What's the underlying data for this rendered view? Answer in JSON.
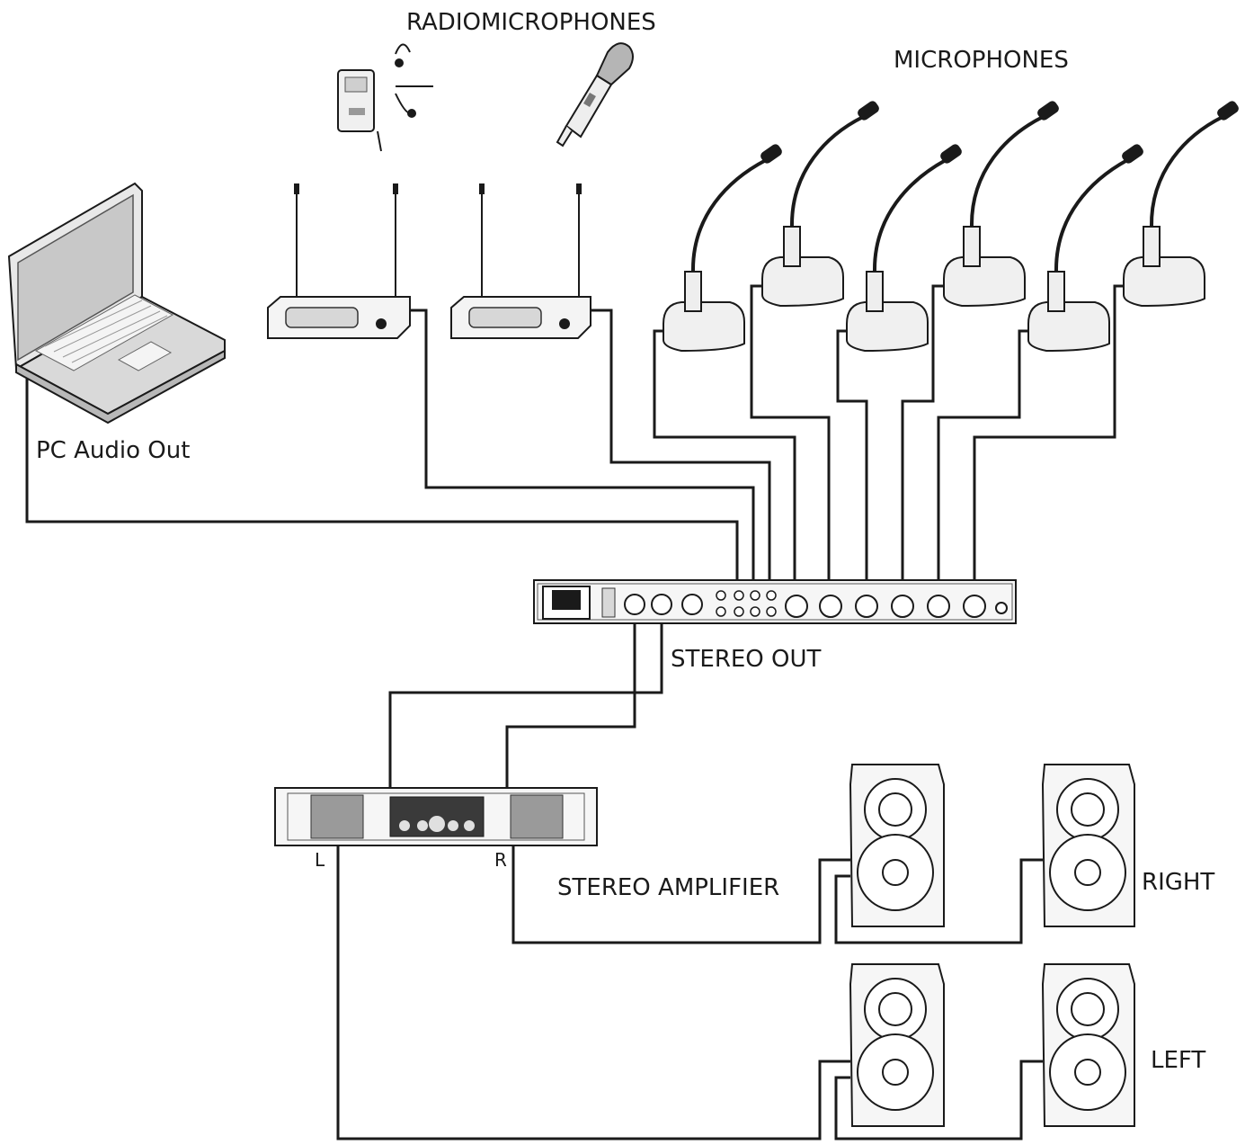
{
  "labels": {
    "radiomicrophones": "RADIOMICROPHONES",
    "microphones": "MICROPHONES",
    "pc_audio_out": "PC Audio Out",
    "stereo_out": "STEREO OUT",
    "stereo_amplifier": "STEREO AMPLIFIER",
    "amp_left": "L",
    "amp_right": "R",
    "right": "RIGHT",
    "left": "LEFT"
  },
  "colors": {
    "line": "#1a1a1a",
    "device_fill": "#f2f2f2",
    "device_dark": "#9a9a9a",
    "laptop_screen": "#dcdcdc"
  }
}
